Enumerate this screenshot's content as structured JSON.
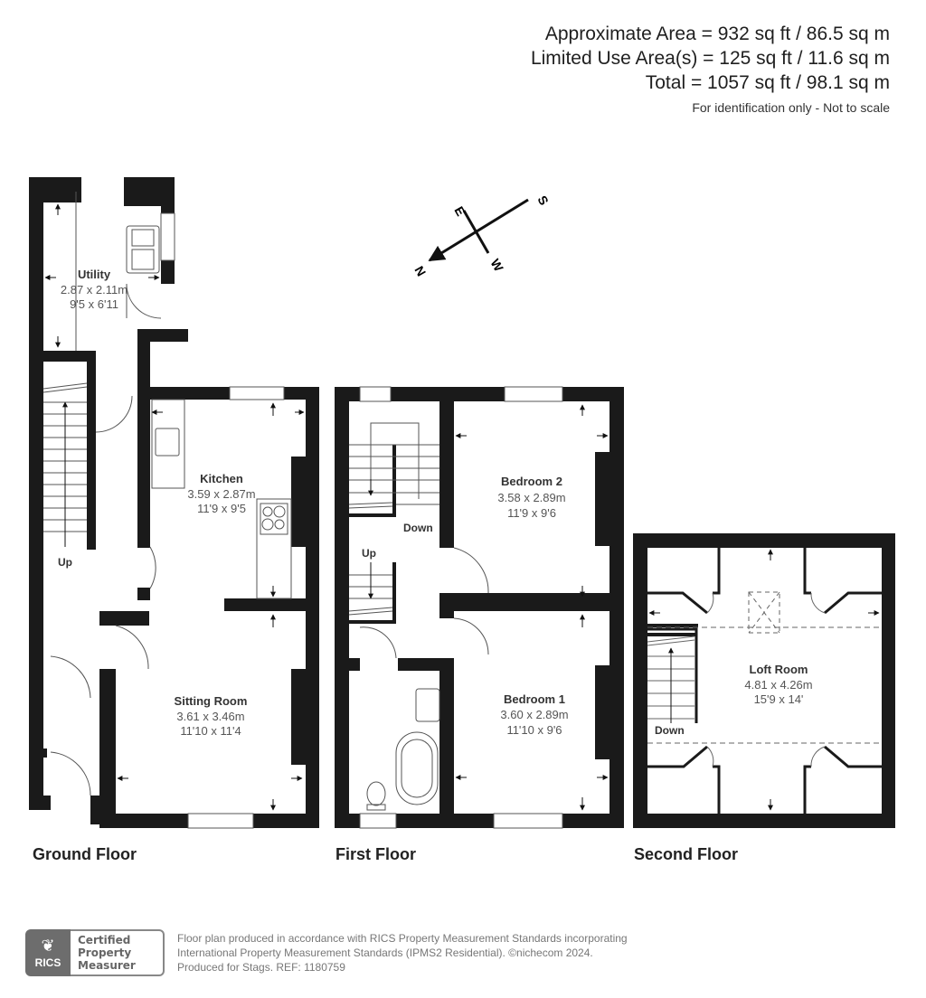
{
  "areas": {
    "approximate": "Approximate Area = 932 sq ft / 86.5 sq m",
    "limited_use": "Limited Use Area(s) = 125 sq ft / 11.6 sq m",
    "total": "Total = 1057 sq ft / 98.1 sq m",
    "note": "For identification only - Not to scale"
  },
  "compass": {
    "n": "N",
    "e": "E",
    "s": "S",
    "w": "W"
  },
  "floors": [
    {
      "label": "Ground Floor",
      "rooms": [
        {
          "name": "Utility",
          "metric": "2.87 x 2.11m",
          "imperial": "9'5 x 6'11"
        },
        {
          "name": "Kitchen",
          "metric": "3.59 x 2.87m",
          "imperial": "11'9 x 9'5"
        },
        {
          "name": "Sitting Room",
          "metric": "3.61 x 3.46m",
          "imperial": "11'10 x 11'4"
        }
      ],
      "stairs": [
        "Up"
      ]
    },
    {
      "label": "First Floor",
      "rooms": [
        {
          "name": "Bedroom 2",
          "metric": "3.58 x 2.89m",
          "imperial": "11'9 x 9'6"
        },
        {
          "name": "Bedroom 1",
          "metric": "3.60 x 2.89m",
          "imperial": "11'10 x 9'6"
        }
      ],
      "stairs": [
        "Down",
        "Up"
      ]
    },
    {
      "label": "Second Floor",
      "rooms": [
        {
          "name": "Loft Room",
          "metric": "4.81 x 4.26m",
          "imperial": "15'9 x 14'"
        }
      ],
      "stairs": [
        "Down"
      ]
    }
  ],
  "footer": {
    "badge": {
      "org": "RICS",
      "line1": "Certified",
      "line2": "Property",
      "line3": "Measurer"
    },
    "line1": "Floor plan produced in accordance with RICS Property Measurement Standards incorporating",
    "line2": "International Property Measurement Standards (IPMS2 Residential).  ©nichecom 2024.",
    "line3": "Produced for Stags.   REF: 1180759"
  },
  "colors": {
    "wall": "#1a1a1a",
    "text": "#222222",
    "dim_text": "#555555",
    "footer_text": "#777777",
    "badge_gray": "#6d6d6d"
  }
}
